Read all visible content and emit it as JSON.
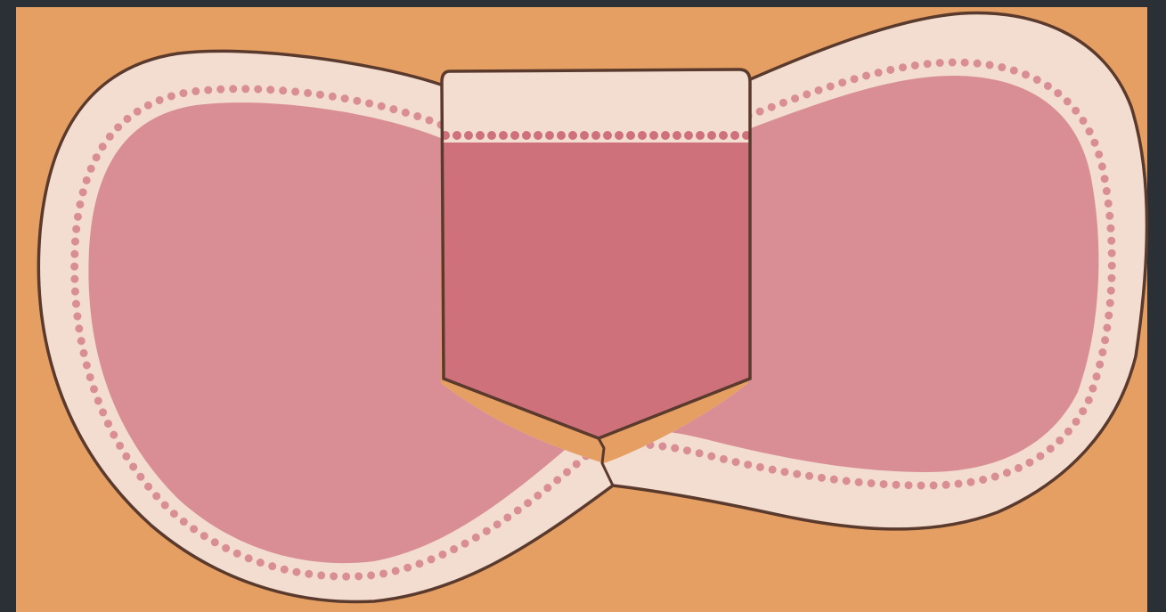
{
  "colors": {
    "frame": "#2a3035",
    "background": "#e7a066",
    "outer_band": "#f3dcd0",
    "side_fill": "#d98e96",
    "center_fill": "#cf717b",
    "outline": "#5a3a2c"
  },
  "regions": [
    {
      "name": "left-lobe",
      "fill": "side_fill"
    },
    {
      "name": "central-block",
      "fill": "center_fill"
    },
    {
      "name": "right-lobe",
      "fill": "side_fill"
    }
  ]
}
